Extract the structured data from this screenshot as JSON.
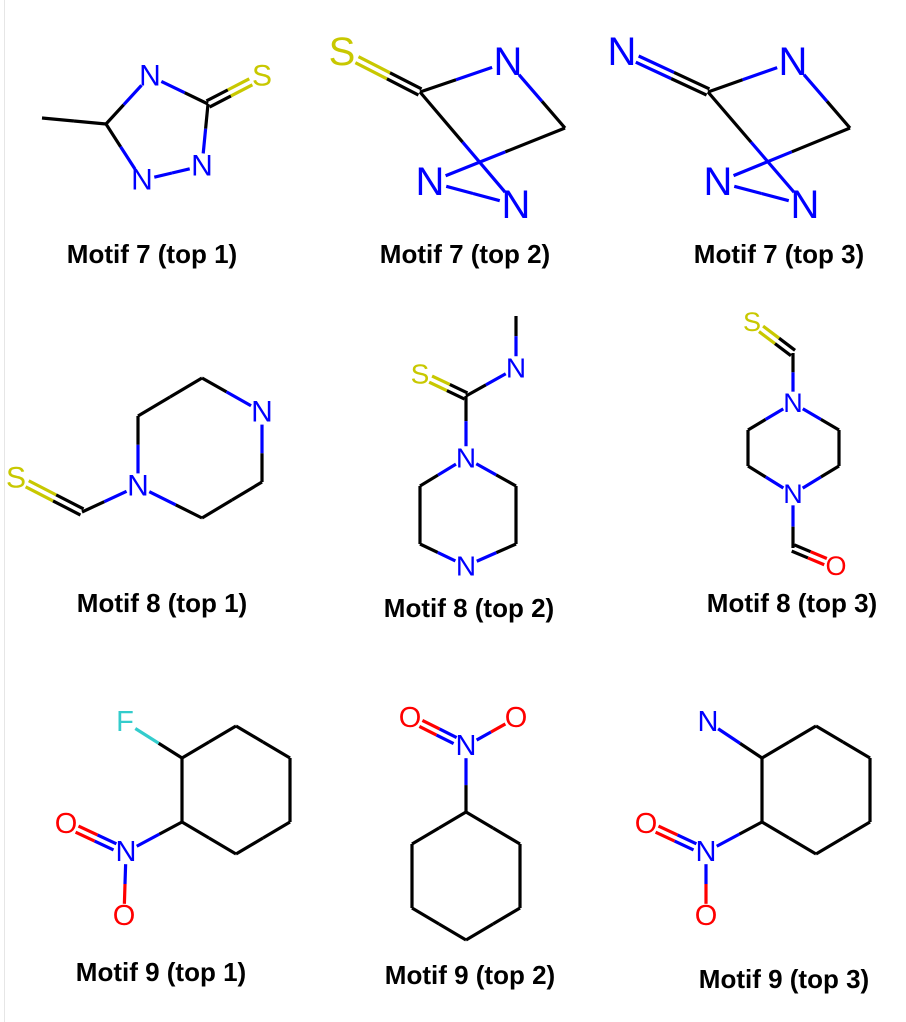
{
  "colors": {
    "C": "#000000",
    "N": "#0000ff",
    "S": "#c8c800",
    "O": "#ff0000",
    "F": "#33cccc"
  },
  "motifs": [
    {
      "caption": "Motif 7 (top 1)",
      "atoms": [
        {
          "el": "C"
        },
        {
          "el": "C"
        },
        {
          "el": "N",
          "label": "N"
        },
        {
          "el": "C"
        },
        {
          "el": "S",
          "label": "S"
        },
        {
          "el": "N",
          "label": "N"
        },
        {
          "el": "N",
          "label": "N"
        }
      ],
      "bonds": [
        [
          0,
          1,
          1
        ],
        [
          1,
          2,
          1
        ],
        [
          2,
          3,
          1
        ],
        [
          3,
          4,
          2
        ],
        [
          3,
          5,
          1
        ],
        [
          5,
          6,
          1
        ],
        [
          6,
          1,
          1
        ]
      ]
    },
    {
      "caption": "Motif 7 (top 2)",
      "atoms": [
        {
          "el": "S",
          "label": "S"
        },
        {
          "el": "C"
        },
        {
          "el": "N",
          "label": "N"
        },
        {
          "el": "C"
        },
        {
          "el": "N",
          "label": "N"
        },
        {
          "el": "N",
          "label": "N"
        }
      ],
      "bonds": [
        [
          0,
          1,
          2
        ],
        [
          1,
          2,
          1
        ],
        [
          2,
          3,
          1
        ],
        [
          3,
          4,
          1
        ],
        [
          4,
          5,
          1
        ],
        [
          5,
          1,
          1
        ]
      ]
    },
    {
      "caption": "Motif 7 (top 3)",
      "atoms": [
        {
          "el": "N",
          "label": "N"
        },
        {
          "el": "C"
        },
        {
          "el": "N",
          "label": "N"
        },
        {
          "el": "C"
        },
        {
          "el": "N",
          "label": "N"
        },
        {
          "el": "N",
          "label": "N"
        }
      ],
      "bonds": [
        [
          0,
          1,
          2
        ],
        [
          1,
          2,
          1
        ],
        [
          2,
          3,
          1
        ],
        [
          3,
          4,
          1
        ],
        [
          4,
          5,
          1
        ],
        [
          5,
          1,
          1
        ]
      ]
    },
    {
      "caption": "Motif 8 (top 1)",
      "atoms": [
        {
          "el": "S",
          "label": "S"
        },
        {
          "el": "C"
        },
        {
          "el": "N",
          "label": "N"
        },
        {
          "el": "C"
        },
        {
          "el": "C"
        },
        {
          "el": "N",
          "label": "N"
        },
        {
          "el": "C"
        },
        {
          "el": "C"
        }
      ],
      "bonds": [
        [
          0,
          1,
          2
        ],
        [
          1,
          2,
          1
        ],
        [
          2,
          3,
          1
        ],
        [
          3,
          4,
          1
        ],
        [
          4,
          5,
          1
        ],
        [
          5,
          6,
          1
        ],
        [
          6,
          7,
          1
        ],
        [
          7,
          2,
          1
        ]
      ]
    },
    {
      "caption": "Motif 8 (top 2)",
      "atoms": [
        {
          "el": "C"
        },
        {
          "el": "N",
          "label": "N"
        },
        {
          "el": "C"
        },
        {
          "el": "S",
          "label": "S"
        },
        {
          "el": "N",
          "label": "N"
        },
        {
          "el": "C"
        },
        {
          "el": "C"
        },
        {
          "el": "N",
          "label": "N"
        },
        {
          "el": "C"
        },
        {
          "el": "C"
        }
      ],
      "bonds": [
        [
          0,
          1,
          1
        ],
        [
          1,
          2,
          1
        ],
        [
          2,
          3,
          2
        ],
        [
          2,
          4,
          1
        ],
        [
          4,
          5,
          1
        ],
        [
          5,
          6,
          1
        ],
        [
          6,
          7,
          1
        ],
        [
          7,
          8,
          1
        ],
        [
          8,
          9,
          1
        ],
        [
          9,
          4,
          1
        ]
      ]
    },
    {
      "caption": "Motif 8 (top 3)",
      "atoms": [
        {
          "el": "S",
          "label": "S"
        },
        {
          "el": "C"
        },
        {
          "el": "N",
          "label": "N"
        },
        {
          "el": "C"
        },
        {
          "el": "C"
        },
        {
          "el": "N",
          "label": "N"
        },
        {
          "el": "C"
        },
        {
          "el": "C"
        },
        {
          "el": "C"
        },
        {
          "el": "O",
          "label": "O"
        }
      ],
      "bonds": [
        [
          0,
          1,
          2
        ],
        [
          1,
          2,
          1
        ],
        [
          2,
          3,
          1
        ],
        [
          3,
          4,
          1
        ],
        [
          4,
          5,
          1
        ],
        [
          5,
          6,
          1
        ],
        [
          6,
          7,
          1
        ],
        [
          7,
          2,
          1
        ],
        [
          5,
          8,
          1
        ],
        [
          8,
          9,
          2
        ]
      ]
    },
    {
      "caption": "Motif 9 (top 1)",
      "atoms": [
        {
          "el": "F",
          "label": "F"
        },
        {
          "el": "C"
        },
        {
          "el": "C"
        },
        {
          "el": "C"
        },
        {
          "el": "C"
        },
        {
          "el": "C"
        },
        {
          "el": "C"
        },
        {
          "el": "N",
          "label": "N"
        },
        {
          "el": "O",
          "label": "O"
        },
        {
          "el": "O",
          "label": "O"
        }
      ],
      "bonds": [
        [
          0,
          1,
          1
        ],
        [
          1,
          2,
          1
        ],
        [
          2,
          3,
          1
        ],
        [
          3,
          4,
          1
        ],
        [
          4,
          5,
          1
        ],
        [
          5,
          6,
          1
        ],
        [
          6,
          1,
          1
        ],
        [
          6,
          7,
          1
        ],
        [
          7,
          8,
          2
        ],
        [
          7,
          9,
          1
        ]
      ]
    },
    {
      "caption": "Motif 9 (top 2)",
      "atoms": [
        {
          "el": "O",
          "label": "O"
        },
        {
          "el": "N",
          "label": "N"
        },
        {
          "el": "O",
          "label": "O"
        },
        {
          "el": "C"
        },
        {
          "el": "C"
        },
        {
          "el": "C"
        },
        {
          "el": "C"
        },
        {
          "el": "C"
        },
        {
          "el": "C"
        }
      ],
      "bonds": [
        [
          0,
          1,
          2
        ],
        [
          1,
          2,
          1
        ],
        [
          1,
          3,
          1
        ],
        [
          3,
          4,
          1
        ],
        [
          4,
          5,
          1
        ],
        [
          5,
          6,
          1
        ],
        [
          6,
          7,
          1
        ],
        [
          7,
          8,
          1
        ],
        [
          8,
          3,
          1
        ]
      ]
    },
    {
      "caption": "Motif 9 (top 3)",
      "atoms": [
        {
          "el": "N",
          "label": "N"
        },
        {
          "el": "C"
        },
        {
          "el": "C"
        },
        {
          "el": "C"
        },
        {
          "el": "C"
        },
        {
          "el": "C"
        },
        {
          "el": "C"
        },
        {
          "el": "N",
          "label": "N"
        },
        {
          "el": "O",
          "label": "O"
        },
        {
          "el": "O",
          "label": "O"
        }
      ],
      "bonds": [
        [
          0,
          1,
          1
        ],
        [
          1,
          2,
          1
        ],
        [
          2,
          3,
          1
        ],
        [
          3,
          4,
          1
        ],
        [
          4,
          5,
          1
        ],
        [
          5,
          6,
          1
        ],
        [
          6,
          1,
          1
        ],
        [
          6,
          7,
          1
        ],
        [
          7,
          8,
          2
        ],
        [
          7,
          9,
          1
        ]
      ]
    }
  ]
}
